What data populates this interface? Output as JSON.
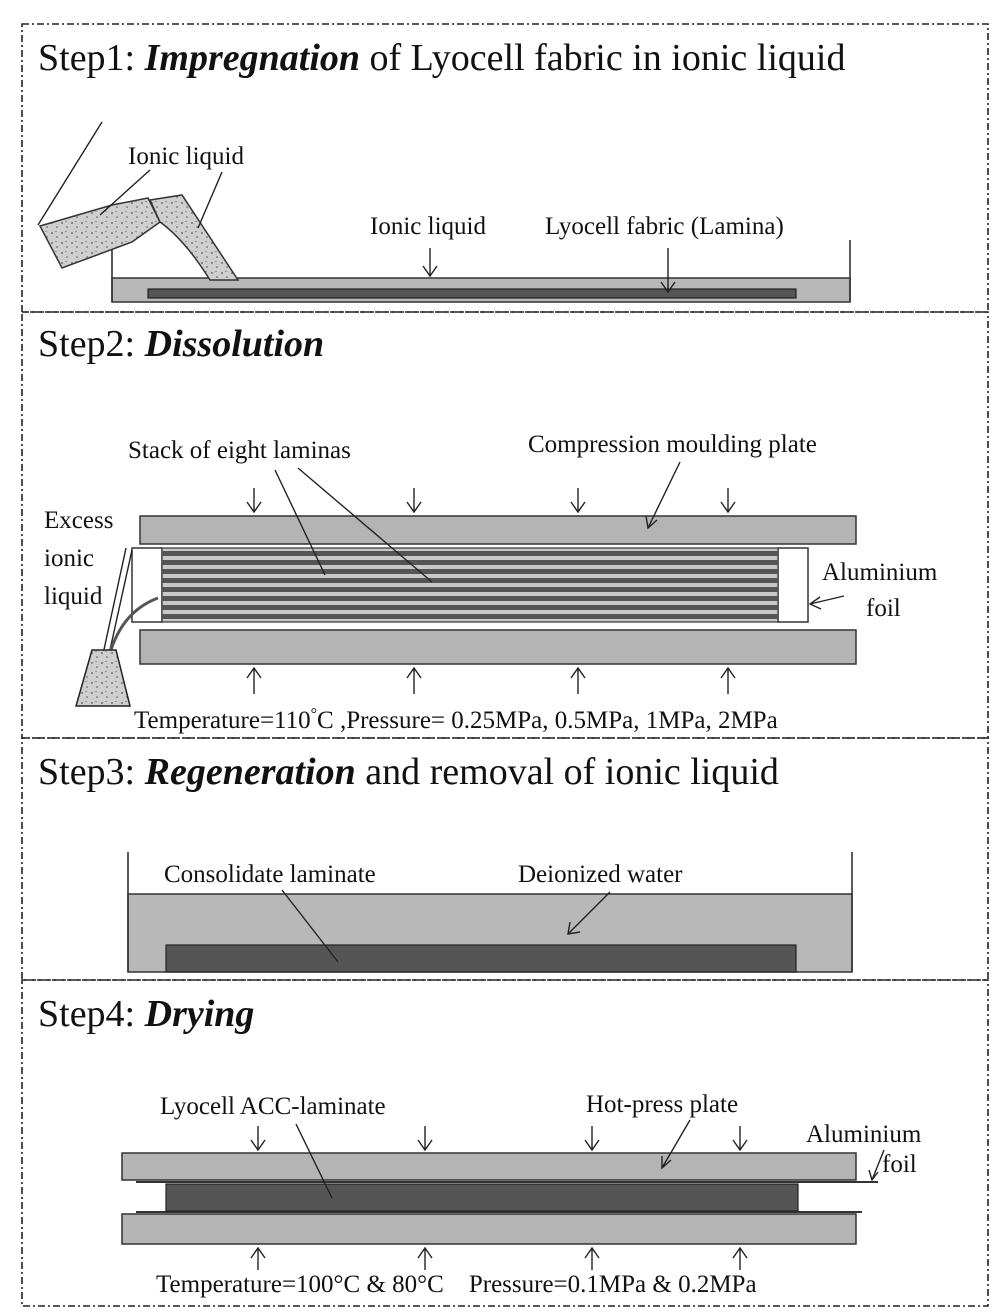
{
  "step1": {
    "title_prefix": "Step1: ",
    "title_emph": "Impregnation",
    "title_rest": " of Lyocell fabric in ionic liquid",
    "label_ionic_liquid_beaker": "Ionic liquid",
    "label_ionic_liquid_tray": "Ionic liquid",
    "label_fabric": "Lyocell fabric (Lamina)"
  },
  "step2": {
    "title_prefix": "Step2: ",
    "title_emph": "Dissolution",
    "label_stack": "Stack of eight laminas",
    "label_plate": "Compression moulding plate",
    "label_excess_1": "Excess",
    "label_excess_2": "ionic",
    "label_excess_3": "liquid",
    "label_foil_1": "Aluminium",
    "label_foil_2": "foil",
    "conditions_a": "Temperature=110",
    "conditions_deg": "°",
    "conditions_b": "C ,Pressure= 0.25MPa, 0.5MPa, 1MPa, 2MPa"
  },
  "step3": {
    "title_prefix": "Step3: ",
    "title_emph": "Regeneration",
    "title_rest": " and removal of ionic liquid",
    "label_laminate": "Consolidate laminate",
    "label_water": "Deionized water"
  },
  "step4": {
    "title_prefix": "Step4: ",
    "title_emph": "Drying",
    "label_laminate": "Lyocell ACC-laminate",
    "label_plate": "Hot-press plate",
    "label_foil_1": "Aluminium",
    "label_foil_2": "foil",
    "conditions": "Temperature=100°C & 80°C    Pressure=0.1MPa & 0.2MPa"
  }
}
